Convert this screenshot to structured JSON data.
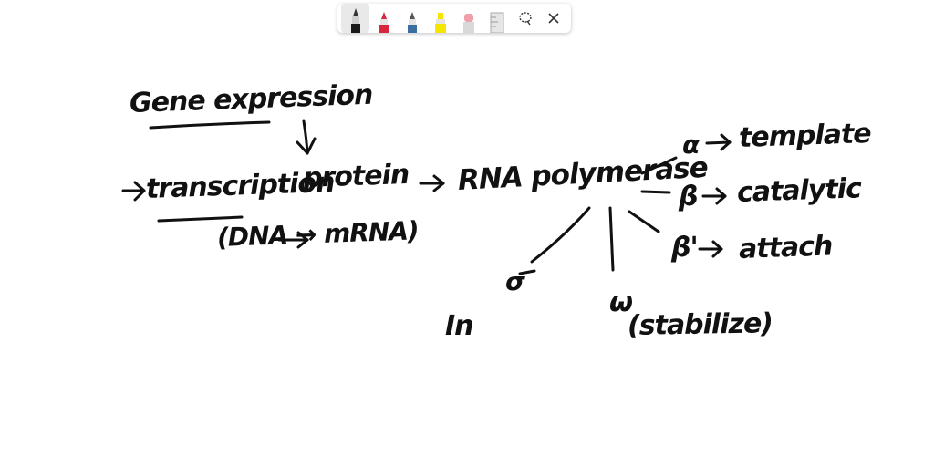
{
  "toolbar": {
    "tools": [
      {
        "name": "black-pen",
        "color": "#1a1a1a",
        "selected": true
      },
      {
        "name": "red-pen",
        "color": "#d7263d",
        "selected": false
      },
      {
        "name": "blue-pen",
        "color": "#3b6fa0",
        "selected": false
      },
      {
        "name": "yellow-highlighter",
        "color": "#f5e600",
        "selected": false
      },
      {
        "name": "pink-eraser",
        "color": "#f0a0aa",
        "selected": false
      },
      {
        "name": "ruler",
        "color": "#cfcfcf",
        "selected": false
      }
    ],
    "lasso_icon": "lasso-icon",
    "close_icon": "close-icon"
  },
  "notes": {
    "gene_expression": "Gene expression",
    "transcription": "transcription",
    "protein": "protein",
    "dna_mrna": "(DNA → mRNA)",
    "rna_polymerase": "RNA polymerase",
    "alpha": "α",
    "alpha_role": "template",
    "beta": "β",
    "beta_role": "catalytic",
    "beta_prime": "β'",
    "beta_prime_role": "attach",
    "sigma": "σ",
    "sigma_role": "In",
    "omega": "ω",
    "omega_role": "(stabilize)"
  },
  "colors": {
    "ink": "#111111"
  }
}
